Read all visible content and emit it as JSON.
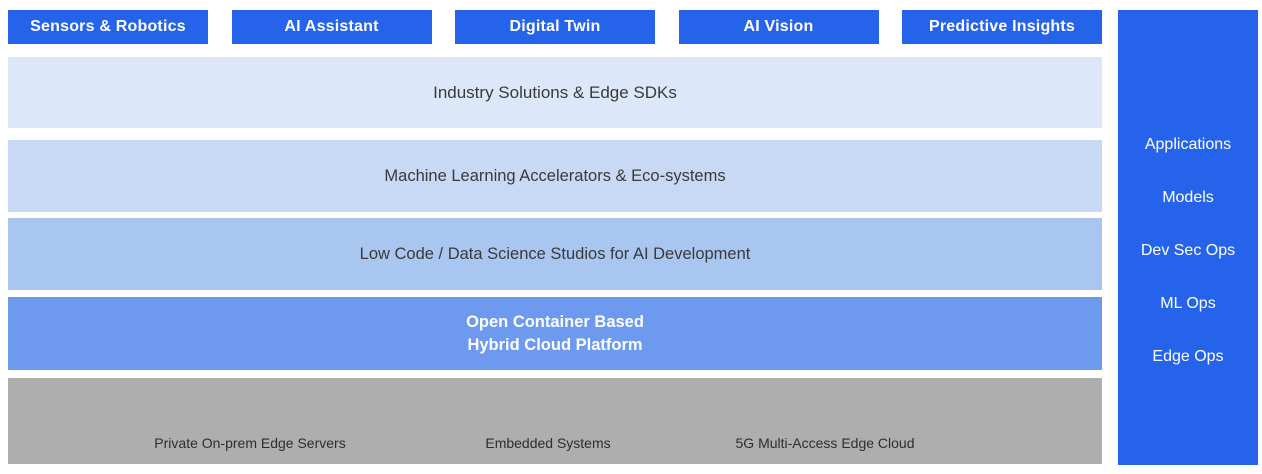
{
  "palette": {
    "accent_blue": "#2563eb",
    "layer1_bg": "#dce8f9",
    "layer2_bg": "#c7d9f5",
    "layer3_bg": "#a9c6f1",
    "layer4_bg": "#6d9aef",
    "infra_bg": "#aeaeae",
    "band_text": "#3a3a3a",
    "light_text": "#ffffff"
  },
  "top_buttons": [
    {
      "label": "Sensors & Robotics"
    },
    {
      "label": "AI Assistant"
    },
    {
      "label": "Digital Twin"
    },
    {
      "label": "AI Vision"
    },
    {
      "label": "Predictive Insights"
    }
  ],
  "layers": [
    {
      "label": "Industry Solutions & Edge SDKs"
    },
    {
      "label": "Machine Learning Accelerators & Eco-systems"
    },
    {
      "label": "Low Code / Data Science Studios for AI Development"
    },
    {
      "label_line1": "Open Container Based",
      "label_line2": "Hybrid Cloud Platform"
    }
  ],
  "infrastructure": {
    "items": [
      {
        "label": "Private On-prem Edge Servers"
      },
      {
        "label": "Embedded Systems"
      },
      {
        "label": "5G Multi-Access Edge Cloud"
      }
    ]
  },
  "sidebar": {
    "items": [
      {
        "label": "Applications"
      },
      {
        "label": "Models"
      },
      {
        "label": "Dev Sec Ops"
      },
      {
        "label": "ML Ops"
      },
      {
        "label": "Edge Ops"
      }
    ]
  }
}
